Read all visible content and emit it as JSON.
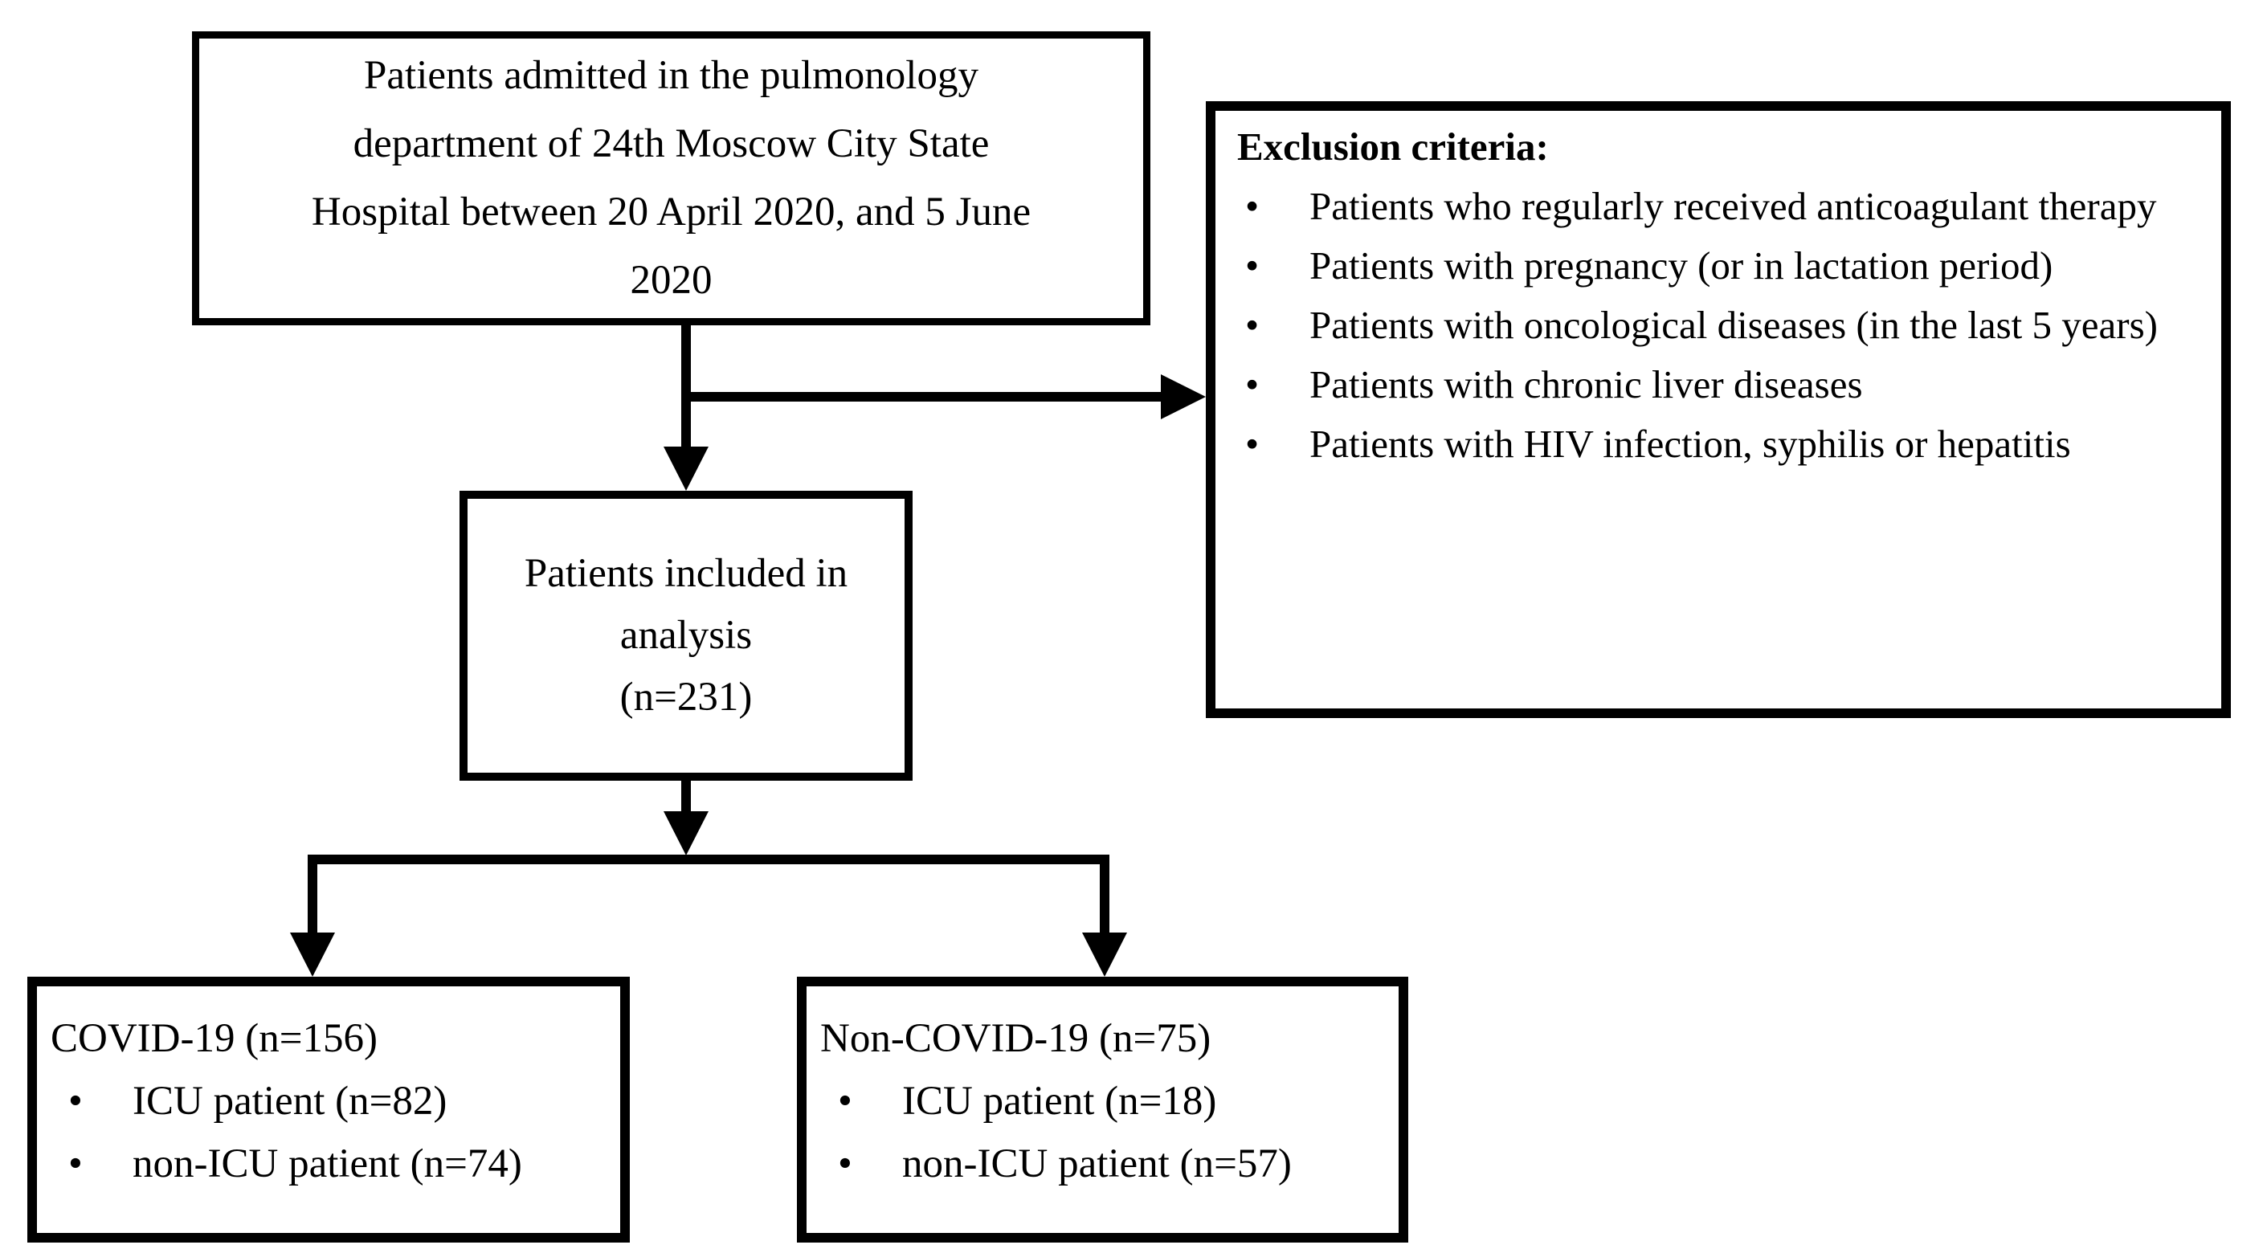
{
  "bullet_char": "•",
  "colors": {
    "line": "#000000",
    "background": "#ffffff"
  },
  "boxes": {
    "admission": {
      "lines": [
        "Patients admitted in the pulmonology",
        "department of 24th Moscow City State",
        "Hospital between 20 April 2020, and 5 June",
        "2020"
      ]
    },
    "exclusion": {
      "title": "Exclusion criteria:",
      "items": [
        "Patients who regularly received anticoagulant therapy",
        "Patients with pregnancy (or in lactation period)",
        "Patients with oncological diseases (in the last 5 years)",
        "Patients with chronic liver diseases",
        "Patients with HIV infection, syphilis or hepatitis"
      ]
    },
    "analysis": {
      "lines": [
        "Patients included in",
        "analysis",
        "(n=231)"
      ]
    },
    "covid": {
      "title": "COVID-19 (n=156)",
      "items": [
        "ICU patient (n=82)",
        "non-ICU patient (n=74)"
      ]
    },
    "non_covid": {
      "title": "Non-COVID-19 (n=75)",
      "items": [
        "ICU patient (n=18)",
        "non-ICU patient (n=57)"
      ]
    }
  }
}
